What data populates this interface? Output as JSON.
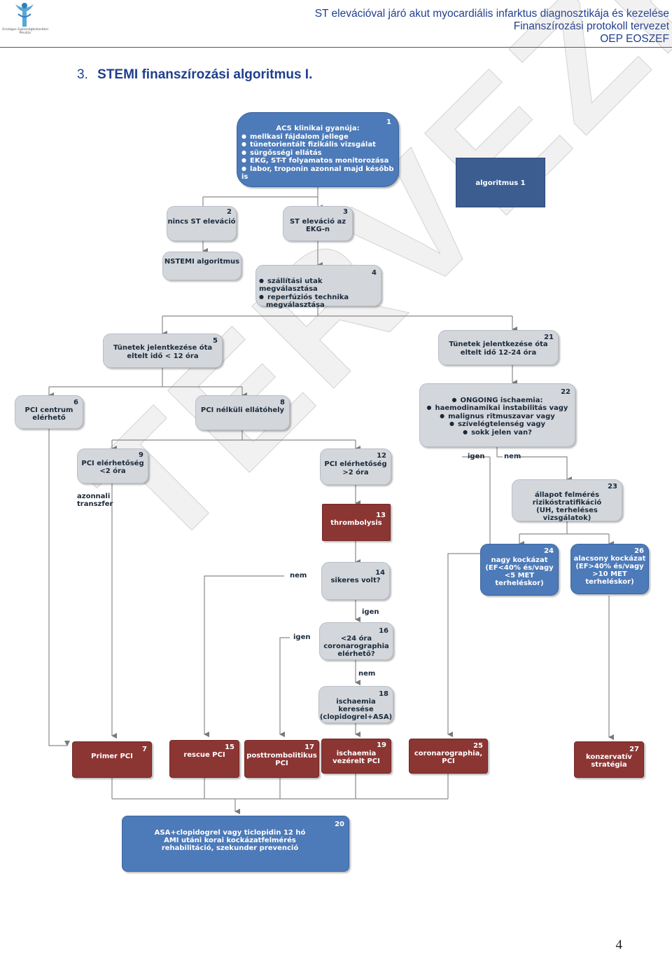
{
  "header": {
    "line1": "ST elevációval járó akut myocardiális infarktus diagnosztikája és kezelése",
    "line2": "Finanszírozási protokoll tervezet",
    "line3": "OEP EOSZEF",
    "logo_text": "Országos Egészségbiztosítási Pénztár"
  },
  "title": {
    "number": "3.",
    "text": "STEMI finanszírozási algoritmus I."
  },
  "watermark": "TERVEZET",
  "page_number": "4",
  "colors": {
    "gray_box": "#d3d7dc",
    "blue_box": "#4d7ab8",
    "red_box": "#8c3634",
    "dark_blue_box": "#3c5d8f",
    "header_text": "#1f3f8f"
  },
  "nodes": {
    "n1": {
      "num": "1",
      "title": "ACS klinikai gyanúja:",
      "items": [
        "mellkasi fájdalom jellege",
        "tünetorientált fizikális vizsgálat",
        "sürgősségi ellátás",
        "EKG, ST-T folyamatos monitorozása",
        "labor, troponin azonnal majd később is"
      ]
    },
    "alg1": {
      "text": "algoritmus 1"
    },
    "n2": {
      "num": "2",
      "text": "nincs ST eleváció"
    },
    "n3": {
      "num": "3",
      "line1": "ST eleváció az",
      "line2": "EKG-n"
    },
    "nstemi": {
      "text": "NSTEMI algoritmus"
    },
    "n4": {
      "num": "4",
      "items": [
        "szállítási utak megválasztása",
        "reperfúziós technika"
      ],
      "extra": "megválasztása"
    },
    "n5": {
      "num": "5",
      "line1": "Tünetek jelentkezése óta",
      "line2": "eltelt idő < 12 óra"
    },
    "n21": {
      "num": "21",
      "line1": "Tünetek jelentkezése óta",
      "line2": "eltelt idő 12-24 óra"
    },
    "n6": {
      "num": "6",
      "line1": "PCI centrum",
      "line2": "elérhető"
    },
    "n8": {
      "num": "8",
      "text": "PCI nélküli ellátóhely"
    },
    "n22": {
      "num": "22",
      "items": [
        "ONGOING ischaemia:",
        "haemodinamikai instabilitás vagy",
        "malignus ritmuszavar vagy",
        "szívelégtelenség vagy",
        "sokk jelen van?"
      ]
    },
    "n9": {
      "num": "9",
      "line1": "PCI elérhetőség",
      "line2": "<2 óra"
    },
    "n12": {
      "num": "12",
      "line1": "PCI elérhetőség",
      "line2": ">2 óra"
    },
    "n23": {
      "num": "23",
      "line1": "állapot felmérés",
      "line2": "rizikóstratifikáció",
      "line3": "(UH, terheléses vizsgálatok)"
    },
    "n13": {
      "num": "13",
      "text": "thrombolysis"
    },
    "n14": {
      "num": "14",
      "text": "sikeres volt?"
    },
    "n24": {
      "num": "24",
      "line1": "nagy kockázat",
      "line2": "(EF<40% és/vagy",
      "line3": "<5 MET",
      "line4": "terheléskor)"
    },
    "n26": {
      "num": "26",
      "line1": "alacsony kockázat",
      "line2": "(EF>40% és/vagy",
      "line3": ">10 MET",
      "line4": "terheléskor)"
    },
    "n16": {
      "num": "16",
      "line1": "<24 óra",
      "line2": "coronarographia",
      "line3": "elérhető?"
    },
    "n18": {
      "num": "18",
      "line1": "ischaemia",
      "line2": "keresése",
      "line3": "(clopidogrel+ASA)"
    },
    "n7": {
      "num": "7",
      "text": "Primer PCI"
    },
    "n15": {
      "num": "15",
      "text": "rescue PCI"
    },
    "n17": {
      "num": "17",
      "line1": "posttrombolitikus",
      "line2": "PCI"
    },
    "n19": {
      "num": "19",
      "line1": "ischaemia",
      "line2": "vezérelt PCI"
    },
    "n25": {
      "num": "25",
      "line1": "coronarographia,",
      "line2": "PCI"
    },
    "n27": {
      "num": "27",
      "line1": "konzervatív",
      "line2": "stratégia"
    },
    "n20": {
      "num": "20",
      "line1": "ASA+clopidogrel vagy ticlopidin 12 hó",
      "line2": "AMI utáni korai kockázatfelmérés",
      "line3": "rehabilitáció, szekunder prevenció"
    }
  },
  "labels": {
    "azonnali": "azonnali",
    "transzfer": "transzfer",
    "igen_22": "igen",
    "nem_22": "nem",
    "nem_14": "nem",
    "igen_14": "igen",
    "igen_16": "igen",
    "nem_16": "nem"
  }
}
